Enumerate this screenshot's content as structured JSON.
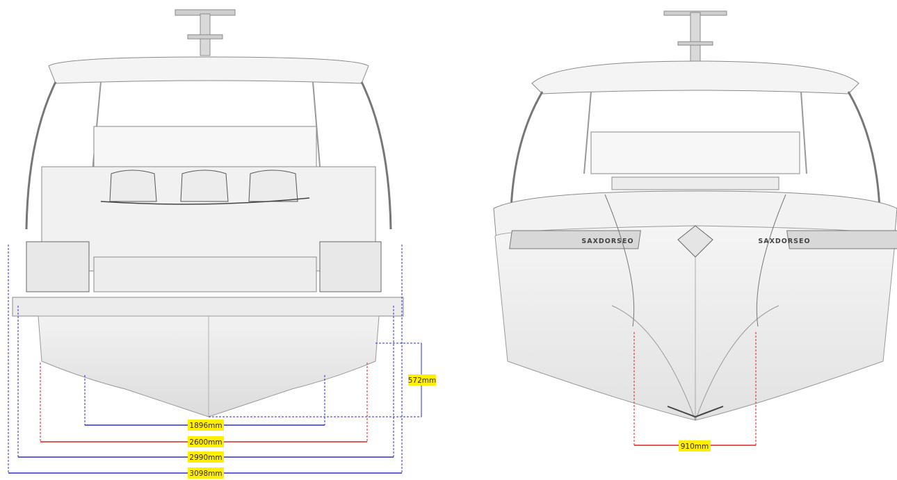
{
  "rear_view": {
    "dimensions": {
      "keel_depth": "572mm",
      "width_1": "1896mm",
      "width_2": "2600mm",
      "width_3": "2990mm",
      "width_4": "3098mm"
    }
  },
  "front_view": {
    "dimensions": {
      "bow_width": "910mm"
    },
    "hull_badge_left": "SAXDORSEO",
    "hull_badge_right": "SAXDORSEO"
  },
  "colors": {
    "blue_dim": "#2b2bd0",
    "red_dim": "#e02020",
    "label_bg": "#ffef00"
  }
}
